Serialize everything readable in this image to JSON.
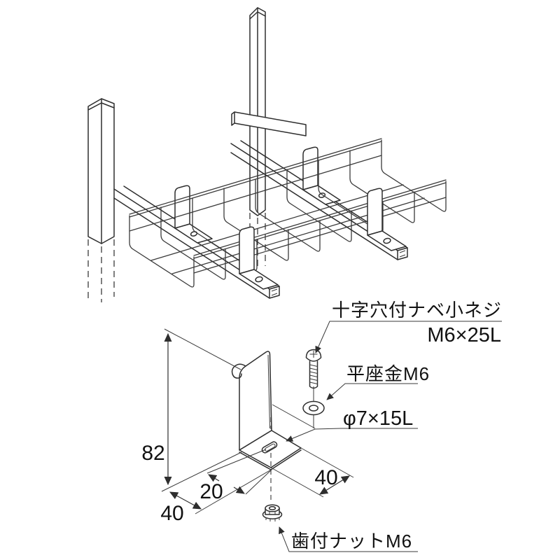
{
  "drawing": {
    "background": "#ffffff",
    "line_color": "#2e2e2e",
    "parts": {
      "screw_label_line1": "十字穴付ナベ小ネジ",
      "screw_label_line2": "M6×25L",
      "washer_label": "平座金M6",
      "slot_label": "φ7×15L",
      "nut_label": "歯付ナットM6"
    },
    "dimensions": {
      "bracket_height": "82",
      "slot_offset": "20",
      "base_depth_left": "40",
      "base_width_right": "40"
    }
  }
}
